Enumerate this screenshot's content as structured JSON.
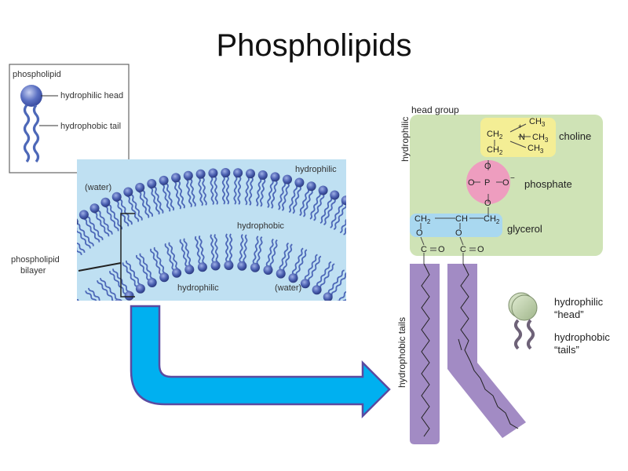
{
  "slide": {
    "title": "Phospholipids"
  },
  "legend_box": {
    "title": "phospholipid",
    "head_label": "hydrophilic head",
    "tail_label": "hydrophobic tail"
  },
  "bilayer": {
    "water_top": "(water)",
    "hydrophilic_top": "hydrophilic",
    "hydrophobic_mid": "hydrophobic",
    "hydrophilic_bottom": "hydrophilic",
    "water_bottom": "(water)",
    "bilayer_label_line1": "phospholipid",
    "bilayer_label_line2": "bilayer"
  },
  "structure": {
    "head_group": "head group",
    "hydrophilic_side": "hydrophilic",
    "hydrophobic_side": "hydrophobic tails",
    "choline": "choline",
    "phosphate": "phosphate",
    "glycerol": "glycerol",
    "ch2_a": "CH",
    "ch2_a_sub": "2",
    "ch2_b": "CH",
    "ch2_b_sub": "2",
    "n_atom": "N",
    "n_charge": "+",
    "ch3_a": "CH",
    "ch3_a_sub": "3",
    "ch3_b": "CH",
    "ch3_b_sub": "3",
    "ch3_c": "CH",
    "ch3_c_sub": "3",
    "o_top": "O",
    "o_left": "O",
    "o_right": "O",
    "o_minus": "−",
    "p_atom": "P",
    "o_bottom": "O",
    "gly_ch2_left": "CH",
    "gly_ch2_left_sub": "2",
    "gly_ch": "CH",
    "gly_ch2_right": "CH",
    "gly_ch2_right_sub": "2",
    "gly_o_left": "O",
    "gly_o_right": "O",
    "c_left": "C",
    "c_right": "C",
    "carbonyl_o_left": "O",
    "carbonyl_o_right": "O",
    "icon_head_label_1": "hydrophilic",
    "icon_head_label_2": "“head”",
    "icon_tail_label_1": "hydrophobic",
    "icon_tail_label_2": "“tails”"
  },
  "colors": {
    "head_blue": "#4a5fb0",
    "tail_blue": "#4d68b8",
    "water_bg": "#bfe0f2",
    "green_panel": "#cfe3b6",
    "yellow_choline": "#f4ee95",
    "pink_phosphate": "#ee9dbf",
    "blue_glycerol": "#a9d8f0",
    "tail_purple": "#a28bc4",
    "arrow_fill": "#00b0f0",
    "arrow_stroke": "#5b4aa0"
  }
}
